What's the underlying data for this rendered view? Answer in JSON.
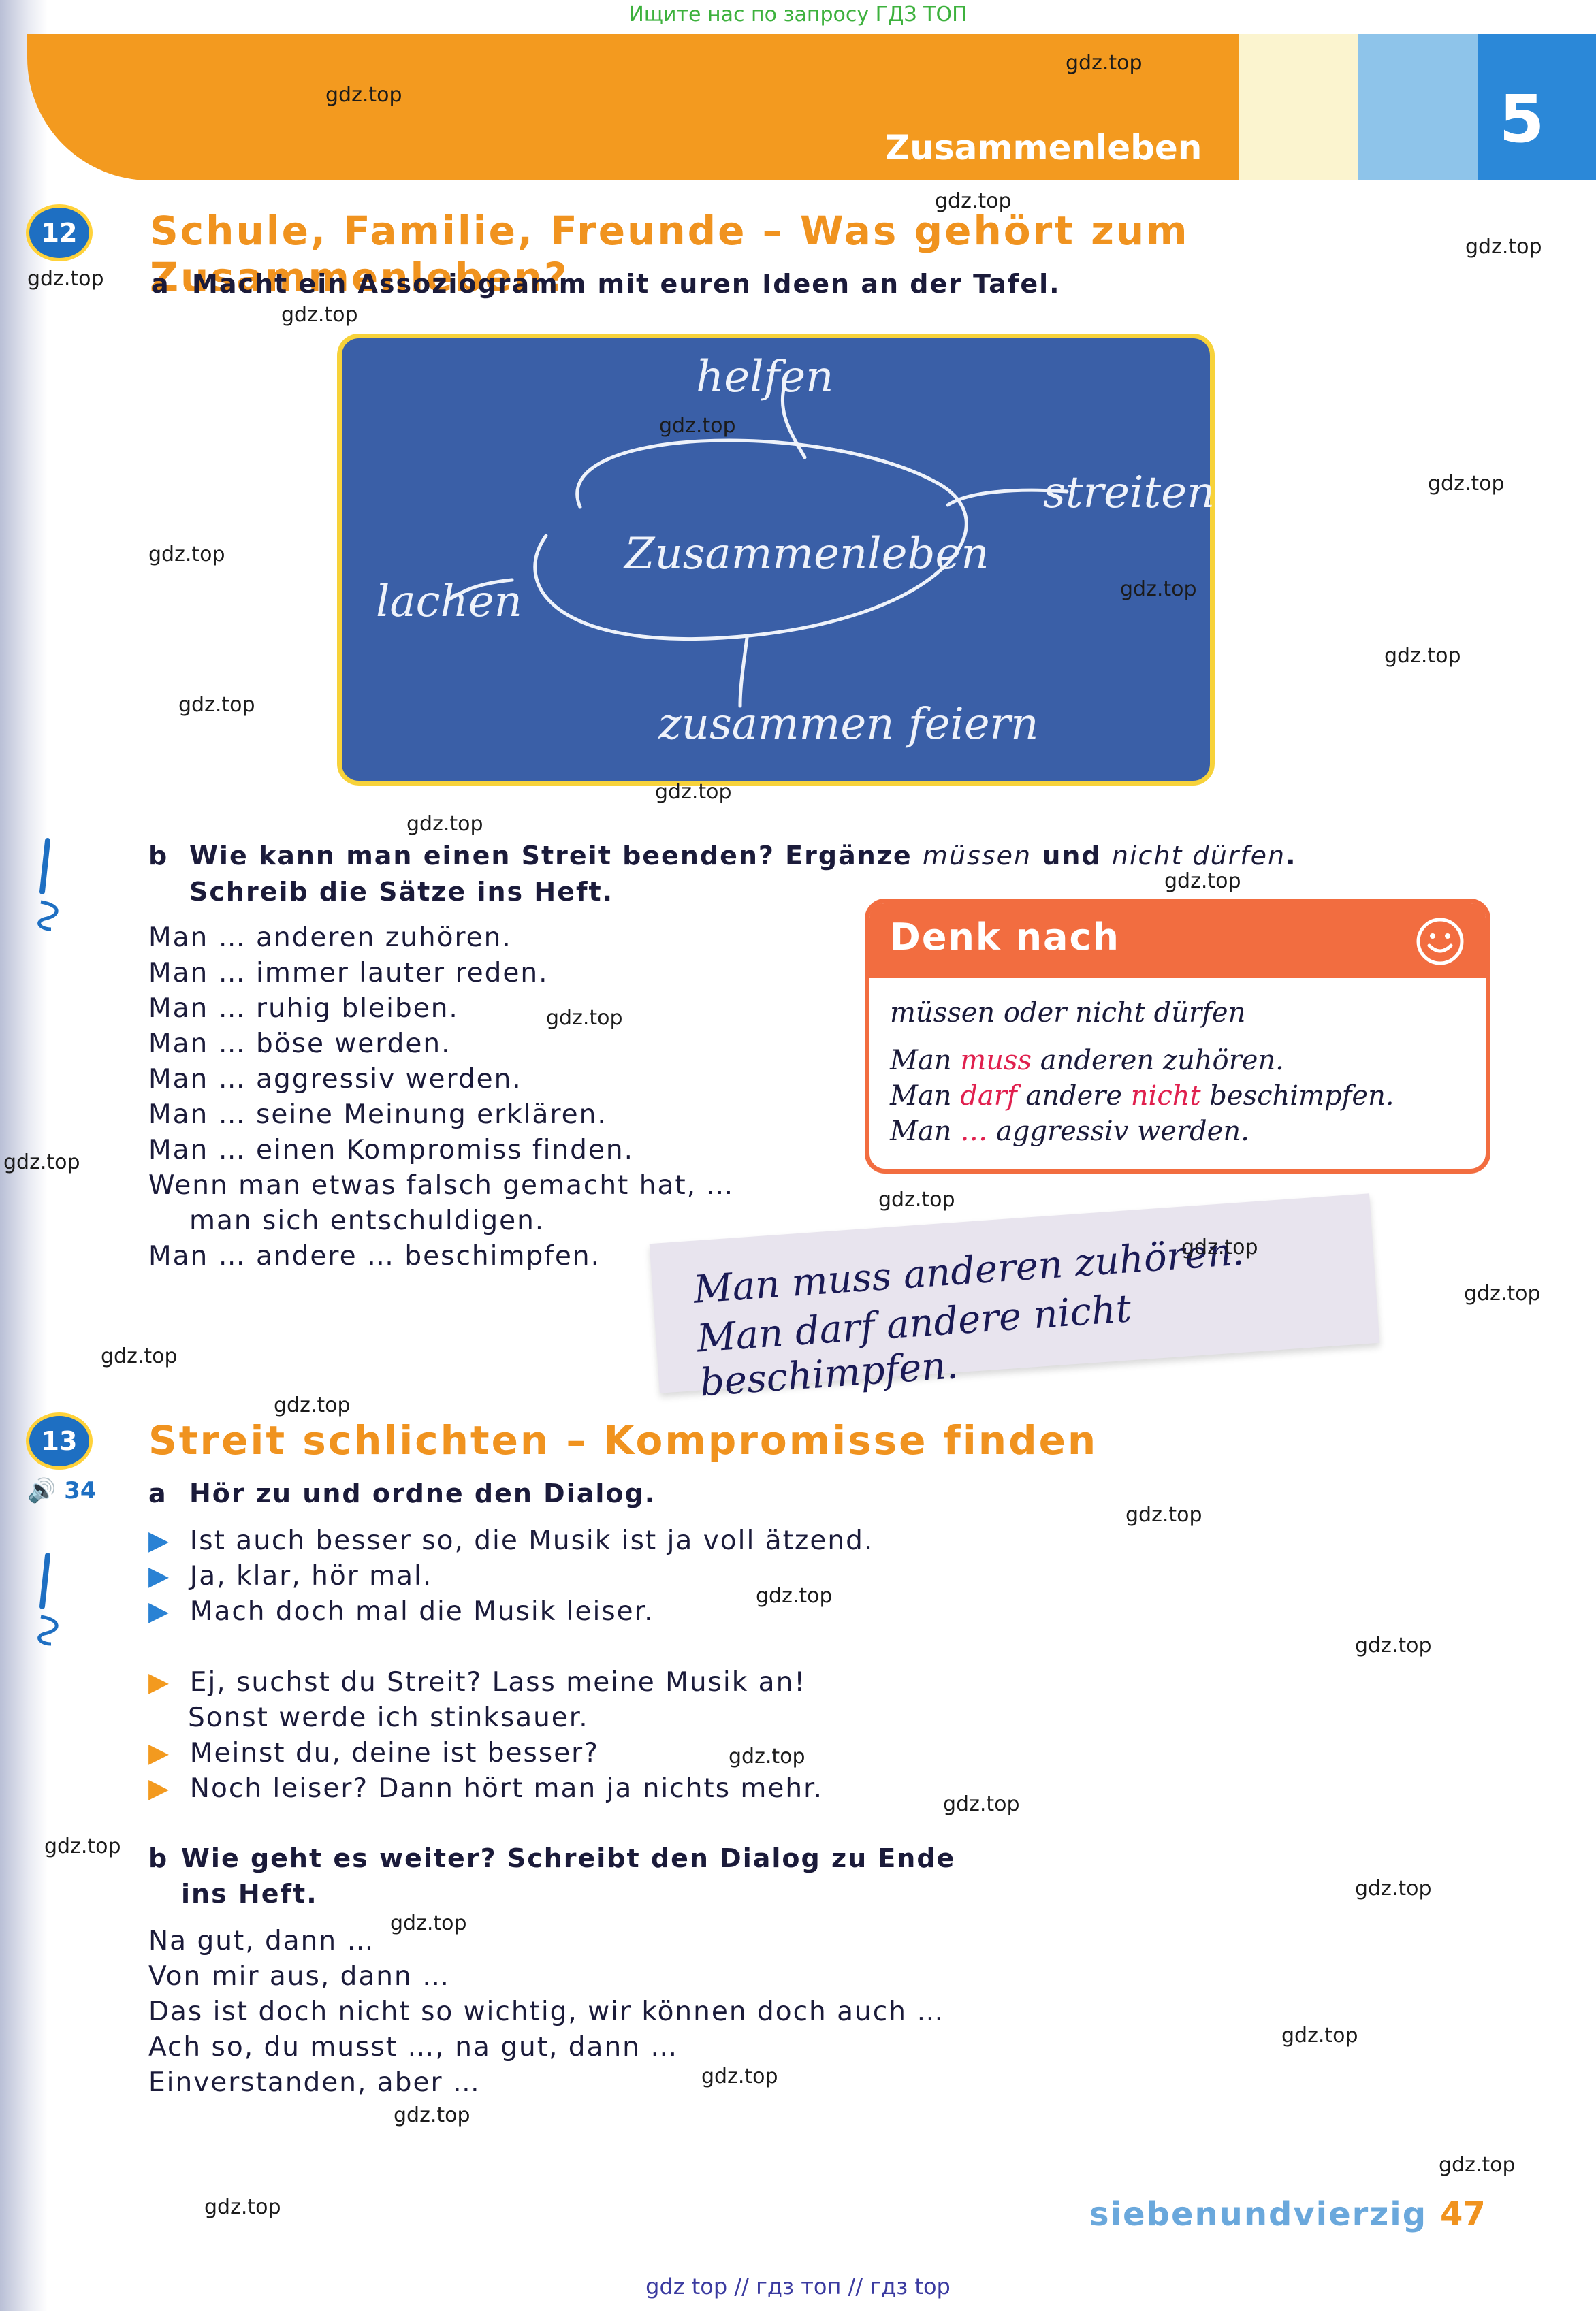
{
  "top_note": "Ищите нас по запросу ГДЗ ТОП",
  "chapter": {
    "title": "Zusammenleben",
    "number": "5"
  },
  "ex12": {
    "number": "12",
    "heading": "Schule, Familie, Freunde – Was gehört zum Zusammenleben?",
    "a_label": "a",
    "a_text": "Macht ein Assoziogramm mit euren Ideen an der Tafel.",
    "board": {
      "center": "Zusammenleben",
      "top": "helfen",
      "right": "streiten",
      "left": "lachen",
      "bottom": "zusammen feiern"
    },
    "b_label": "b",
    "b_text1": "Wie kann man einen Streit beenden? Ergänze",
    "b_em1": "müssen",
    "b_and": "und",
    "b_em2": "nicht dürfen",
    "b_dot": ".",
    "b_text2": "Schreib die Sätze ins Heft.",
    "sentences": [
      "Man … anderen zuhören.",
      "Man … immer lauter reden.",
      "Man … ruhig bleiben.",
      "Man … böse werden.",
      "Man … aggressiv werden.",
      "Man … seine Meinung erklären.",
      "Man … einen Kompromiss finden.",
      "Wenn man etwas falsch gemacht hat, …",
      "man sich entschuldigen.",
      "Man … andere … beschimpfen."
    ],
    "denk": {
      "title": "Denk nach",
      "subtitle": "müssen oder nicht dürfen",
      "l1a": "Man ",
      "l1b": "muss",
      "l1c": " anderen zuhören.",
      "l2a": "Man ",
      "l2b": "darf",
      "l2c": " andere ",
      "l2d": "nicht",
      "l2e": " beschimpfen.",
      "l3a": "Man ",
      "l3b": "…",
      "l3c": " aggressiv werden."
    },
    "handwritten": [
      "Man muss anderen zuhören.",
      "Man darf andere nicht beschimpfen."
    ]
  },
  "ex13": {
    "number": "13",
    "audio": "34",
    "heading": "Streit schlichten – Kompromisse finden",
    "a_label": "a",
    "a_text": "Hör zu und ordne den Dialog.",
    "blue_lines": [
      "Ist auch besser so, die Musik ist ja voll ätzend.",
      "Ja, klar, hör mal.",
      "Mach doch mal die Musik leiser."
    ],
    "orange_lines": [
      "Ej, suchst du Streit? Lass meine Musik an!",
      "Sonst werde ich stinksauer.",
      "Meinst du, deine ist besser?",
      "Noch leiser? Dann hört man ja nichts mehr."
    ],
    "b_label": "b",
    "b_text1": "Wie geht es weiter? Schreibt den Dialog zu Ende",
    "b_text2": "ins Heft.",
    "continuations": [
      "Na gut, dann …",
      "Von mir aus, dann …",
      "Das ist doch nicht so wichtig, wir können doch auch …",
      "Ach so, du musst …, na gut, dann …",
      "Einverstanden, aber …"
    ]
  },
  "footer": {
    "word": "siebenundvierzig",
    "page": "47",
    "bottom_note": "gdz top  //  гдз топ  //  гдз top"
  },
  "watermark": "gdz.top"
}
